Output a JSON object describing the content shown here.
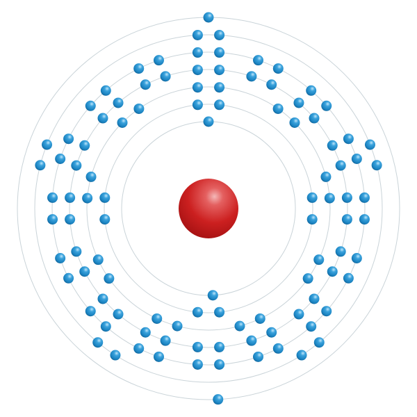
{
  "diagram": {
    "type": "bohr-model",
    "nucleus": {
      "label": "",
      "color": "#cc2020"
    },
    "electron_color": "#1a82c0",
    "orbit_color": "#c9d3d8",
    "shells": [
      {
        "index": 1,
        "electrons": 2
      },
      {
        "index": 2,
        "electrons": 8
      },
      {
        "index": 3,
        "electrons": 18
      },
      {
        "index": 4,
        "electrons": 32
      },
      {
        "index": 5,
        "electrons": 32
      },
      {
        "index": 6,
        "electrons": 10
      },
      {
        "index": 7,
        "electrons": 2
      }
    ]
  }
}
